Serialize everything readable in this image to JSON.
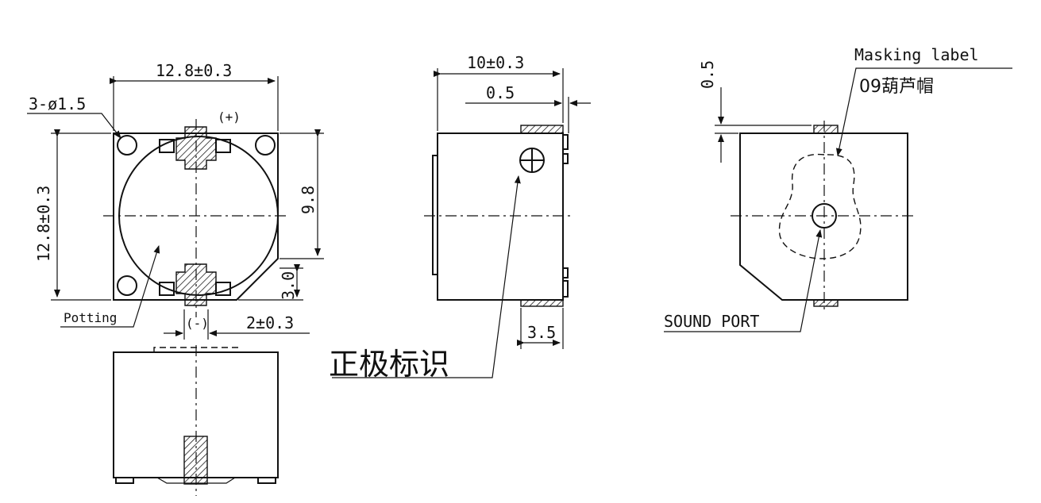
{
  "labels": {
    "width_top": "12.8±0.3",
    "holes": "3-ø1.5",
    "plus": "(+)",
    "height_left": "12.8±0.3",
    "dim_9_8": "9.8",
    "dim_3_0": "3.0",
    "potting": "Potting",
    "minus": "(-)",
    "dim_2": "2±0.3",
    "width_side": "10±0.3",
    "dim_0_5_side": "0.5",
    "dim_3_5": "3.5",
    "positive_mark": "正极标识",
    "dim_0_5_back": "0.5",
    "masking_label": "Masking label",
    "masking_label_cn": "09葫芦帽",
    "sound_port": "SOUND PORT"
  }
}
